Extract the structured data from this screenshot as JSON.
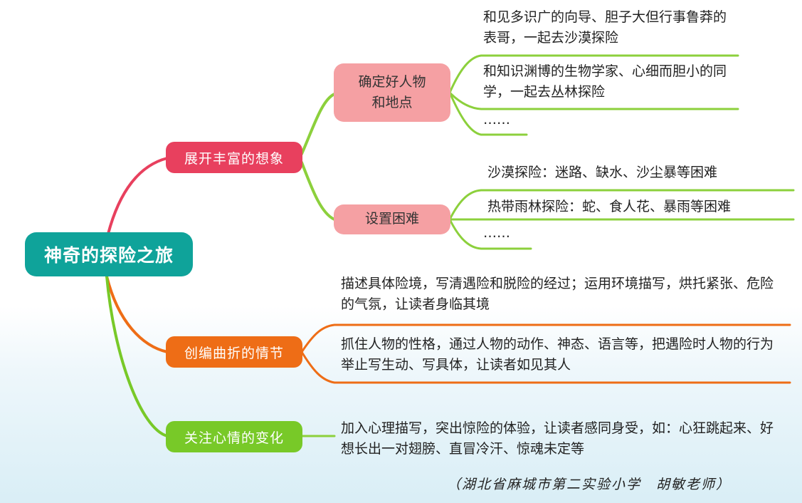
{
  "root": {
    "label": "神奇的探险之旅"
  },
  "branches": {
    "imagination": {
      "label": "展开丰富的想象",
      "color": "#e8405e",
      "characters": {
        "label": "确定好人物和地点",
        "items": [
          "和见多识广的向导、胆子大但行事鲁莽的表哥，一起去沙漠探险",
          "和知识渊博的生物学家、心细而胆小的同学，一起去丛林探险",
          "……"
        ]
      },
      "difficulties": {
        "label": "设置困难",
        "items": [
          "沙漠探险：迷路、缺水、沙尘暴等困难",
          "热带雨林探险：蛇、食人花、暴雨等困难",
          "……"
        ]
      }
    },
    "plot": {
      "label": "创编曲折的情节",
      "color": "#ee6d16",
      "items": [
        "描述具体险境，写清遇险和脱险的经过；运用环境描写，烘托紧张、危险的气氛，让读者身临其境",
        "抓住人物的性格，通过人物的动作、神态、语言等，把遇险时人物的行为举止写生动、写具体，让读者如见其人"
      ]
    },
    "emotion": {
      "label": "关注心情的变化",
      "color": "#78c928",
      "items": [
        "加入心理描写，突出惊险的体验，让读者感同身受，如：心狂跳起来、好想长出一对翅膀、直冒冷汗、惊魂未定等"
      ]
    }
  },
  "credit": "（湖北省麻城市第二实验小学　胡敏老师）"
}
